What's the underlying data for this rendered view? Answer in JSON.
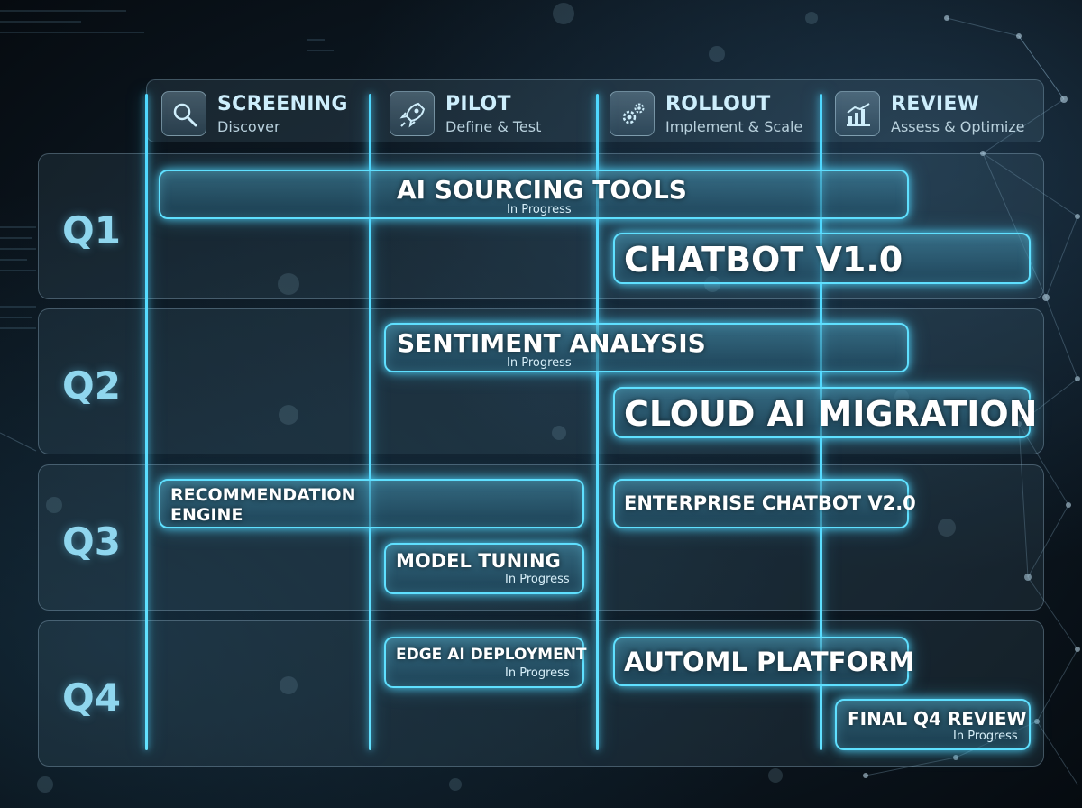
{
  "phases": [
    {
      "title": "SCREENING",
      "subtitle": "Discover",
      "icon": "magnifier-icon"
    },
    {
      "title": "PILOT",
      "subtitle": "Define & Test",
      "icon": "rocket-icon"
    },
    {
      "title": "ROLLOUT",
      "subtitle": "Implement & Scale",
      "icon": "gears-icon"
    },
    {
      "title": "REVIEW",
      "subtitle": "Assess & Optimize",
      "icon": "bar-chart-icon"
    }
  ],
  "quarters": [
    "Q1",
    "Q2",
    "Q3",
    "Q4"
  ],
  "tasks": [
    {
      "title": "AI SOURCING TOOLS",
      "status": "In Progress"
    },
    {
      "title": "CHATBOT V1.0"
    },
    {
      "title": "SENTIMENT ANALYSIS",
      "status": "In Progress"
    },
    {
      "title": "CLOUD AI MIGRATION"
    },
    {
      "title_line1": "RECOMMENDATION",
      "title_line2": "ENGINE"
    },
    {
      "title": "ENTERPRISE CHATBOT V2.0"
    },
    {
      "title": "MODEL TUNING",
      "status": "In Progress"
    },
    {
      "title": "EDGE AI DEPLOYMENT",
      "status": "In Progress"
    },
    {
      "title": "AUTOML PLATFORM"
    },
    {
      "title": "FINAL Q4 REVIEW",
      "status": "In Progress"
    }
  ],
  "colors": {
    "accent": "#5fe0ff",
    "row_label": "#8fd6ee",
    "background": "#0a131b"
  }
}
